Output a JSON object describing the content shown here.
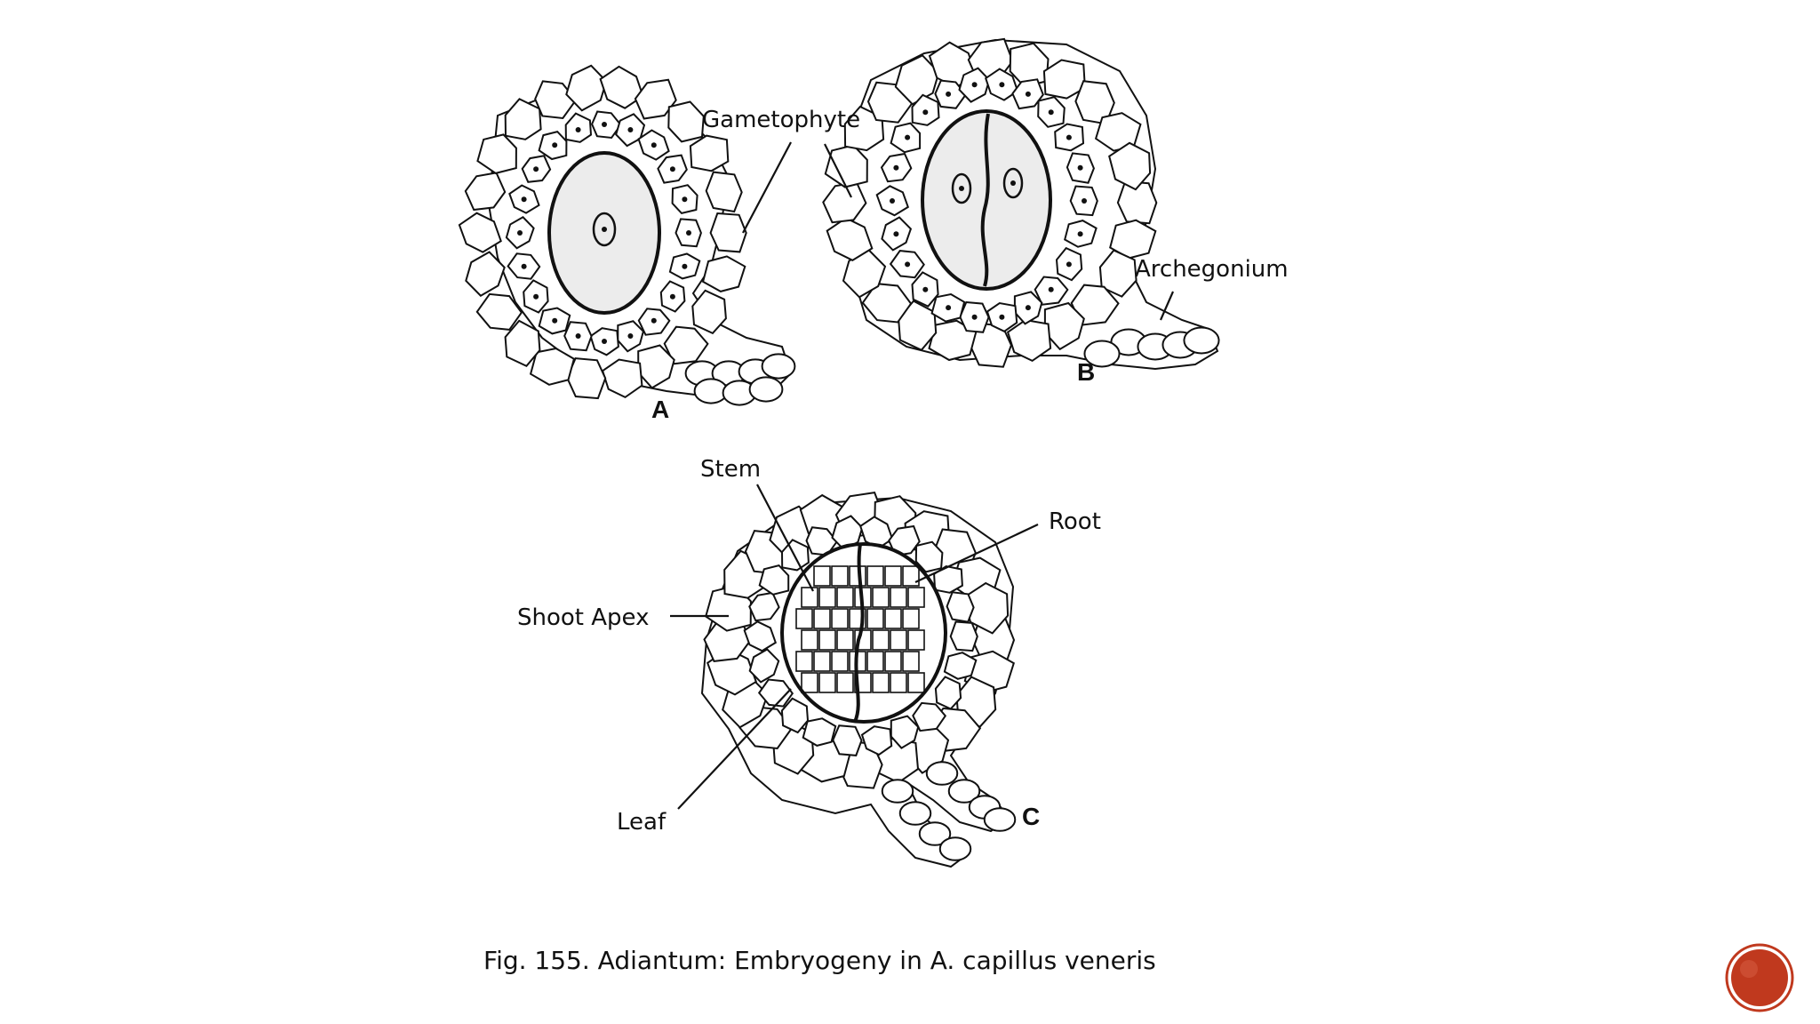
{
  "labels": {
    "gametophyte": "Gametophyte",
    "archegonium": "Archegonium",
    "stem": "Stem",
    "root": "Root",
    "shoot_apex": "Shoot Apex",
    "leaf": "Leaf"
  },
  "panels": {
    "a": "A",
    "b": "B",
    "c": "C"
  },
  "caption": "Fig. 155. Adiantum: Embryogeny in A. capillus veneris",
  "colors": {
    "background": "#ffffff",
    "ink": "#111111",
    "slide_button": "#c0391e"
  },
  "icons": {
    "slide_badge": "circle-badge-icon"
  }
}
